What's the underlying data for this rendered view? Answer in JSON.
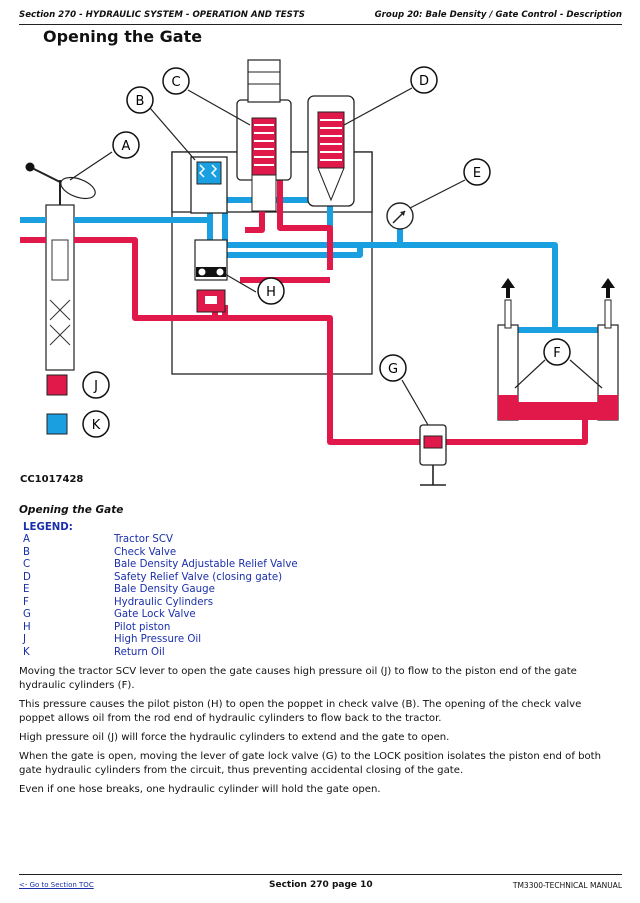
{
  "header": {
    "left": "Section 270 - HYDRAULIC SYSTEM - OPERATION AND TESTS",
    "right": "Group 20: Bale Density / Gate Control - Description"
  },
  "page_title": "Opening the Gate",
  "diagram": {
    "figure_id": "CC1017428",
    "callouts": [
      "A",
      "B",
      "C",
      "D",
      "E",
      "F",
      "G",
      "H",
      "J",
      "K"
    ],
    "colors": {
      "pressure": "#e0194a",
      "return": "#1aa0e0",
      "callout_border": "#111111"
    }
  },
  "caption": "Opening the Gate",
  "legend": {
    "heading": "LEGEND:",
    "items": [
      {
        "key": "A",
        "label": "Tractor SCV"
      },
      {
        "key": "B",
        "label": "Check Valve"
      },
      {
        "key": "C",
        "label": "Bale Density Adjustable Relief Valve"
      },
      {
        "key": "D",
        "label": "Safety Relief Valve (closing gate)"
      },
      {
        "key": "E",
        "label": "Bale Density Gauge"
      },
      {
        "key": "F",
        "label": "Hydraulic Cylinders"
      },
      {
        "key": "G",
        "label": "Gate Lock Valve"
      },
      {
        "key": "H",
        "label": "Pilot piston"
      },
      {
        "key": "J",
        "label": "High Pressure Oil"
      },
      {
        "key": "K",
        "label": "Return Oil"
      }
    ]
  },
  "paragraphs": [
    "Moving the tractor SCV lever to open the gate causes high pressure oil (J) to flow to the piston end of the gate hydraulic cylinders (F).",
    "This pressure causes the pilot piston (H) to open the poppet in check valve (B). The opening of the check valve poppet allows oil from the rod end of hydraulic cylinders to flow back to the tractor.",
    "High pressure oil (J) will force the hydraulic cylinders to extend and the gate to open.",
    "When the gate is open, moving the lever of gate lock valve (G) to the LOCK position isolates the piston end of both gate hydraulic cylinders from the circuit, thus preventing accidental closing of the gate.",
    "Even if one hose breaks, one hydraulic cylinder will hold the gate open."
  ],
  "footer": {
    "toc_link": "<- Go to Section TOC",
    "page": "Section 270 page 10",
    "manual": "TM3300-TECHNICAL MANUAL"
  }
}
